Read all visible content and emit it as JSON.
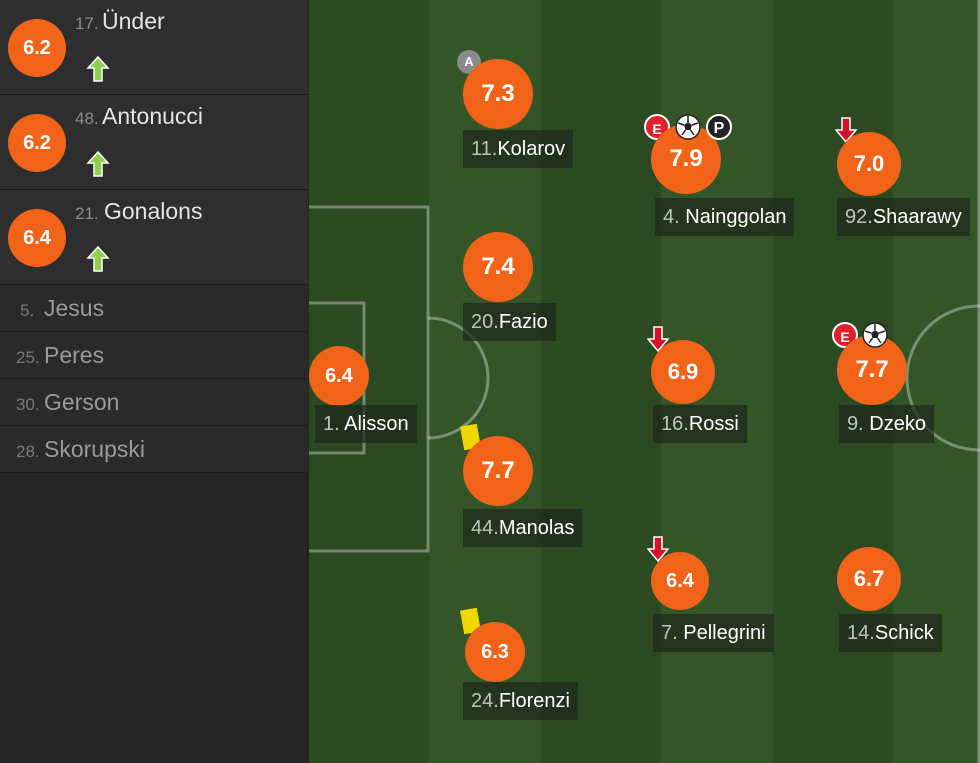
{
  "substitutes_used": [
    {
      "rating": "6.2",
      "number": "17.",
      "name": "Ünder",
      "icon": "sub-in-arrow-icon"
    },
    {
      "rating": "6.2",
      "number": "48.",
      "name": "Antonucci",
      "icon": "sub-in-arrow-icon"
    },
    {
      "rating": "6.4",
      "number": "21.",
      "name": "Gonalons",
      "icon": "sub-in-arrow-icon"
    }
  ],
  "bench": [
    {
      "number": "5.",
      "name": "Jesus"
    },
    {
      "number": "25.",
      "name": "Peres"
    },
    {
      "number": "30.",
      "name": "Gerson"
    },
    {
      "number": "28.",
      "name": "Skorupski"
    }
  ],
  "players": {
    "alisson": {
      "rating": "6.4",
      "number": "1.",
      "name": "Alisson"
    },
    "kolarov": {
      "rating": "7.3",
      "number": "11.",
      "name": "Kolarov",
      "captain": "A"
    },
    "fazio": {
      "rating": "7.4",
      "number": "20.",
      "name": "Fazio"
    },
    "manolas": {
      "rating": "7.7",
      "number": "44.",
      "name": "Manolas"
    },
    "florenzi": {
      "rating": "6.3",
      "number": "24.",
      "name": "Florenzi"
    },
    "nainggolan": {
      "rating": "7.9",
      "number": "4.",
      "name": "Nainggolan",
      "badges": [
        "E",
        "ball",
        "P"
      ]
    },
    "rossi": {
      "rating": "6.9",
      "number": "16.",
      "name": "Rossi"
    },
    "pellegrini": {
      "rating": "6.4",
      "number": "7.",
      "name": "Pellegrini"
    },
    "shaarawy": {
      "rating": "7.0",
      "number": "92.",
      "name": "Shaarawy"
    },
    "dzeko": {
      "rating": "7.7",
      "number": "9.",
      "name": "Dzeko",
      "badges": [
        "E",
        "ball"
      ]
    },
    "schick": {
      "rating": "6.7",
      "number": "14.",
      "name": "Schick"
    }
  },
  "colors": {
    "rating": "#f06319",
    "sub_in": "#8fd14f",
    "sub_out": "#d4112a",
    "yellow_card": "#f2d600"
  }
}
